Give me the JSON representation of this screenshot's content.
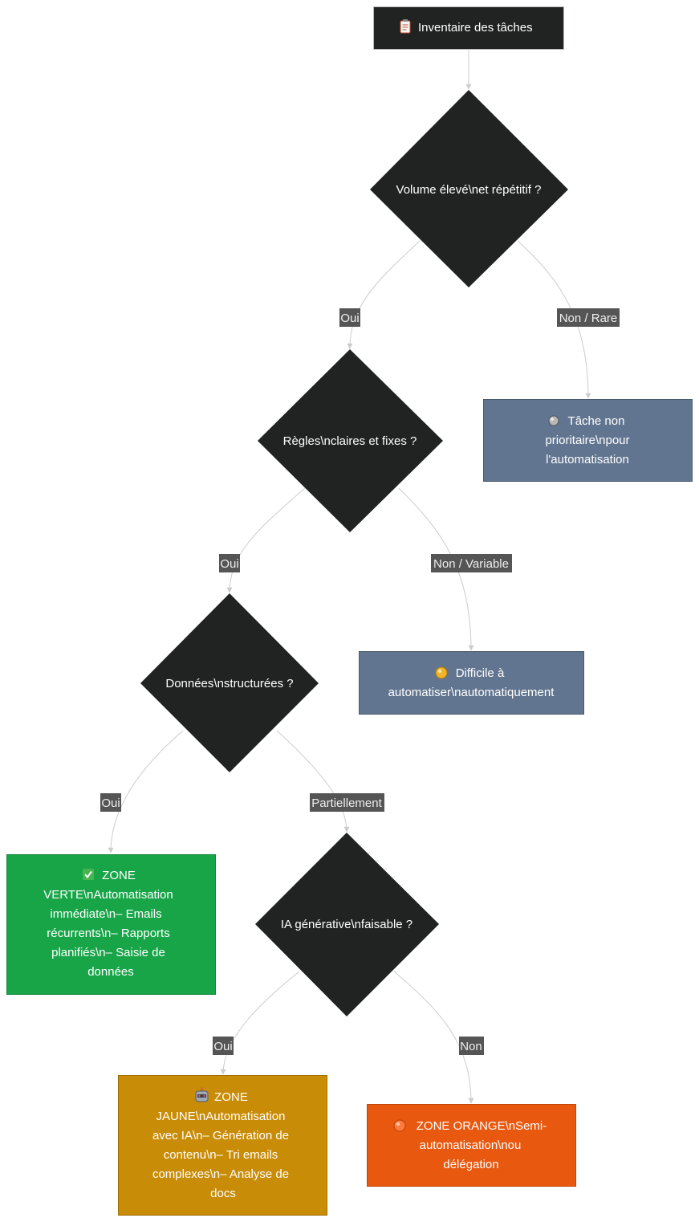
{
  "nodes": {
    "start": {
      "icon": "clipboard-icon",
      "lines": [
        "Inventaire des tâches"
      ]
    },
    "q_volume": {
      "lines": [
        "Volume élevé\\net répétitif ?"
      ]
    },
    "q_regles": {
      "lines": [
        "Règles\\nclaires et fixes ?"
      ]
    },
    "q_donnees": {
      "lines": [
        "Données\\nstructurées ?"
      ]
    },
    "q_ia": {
      "lines": [
        "IA générative\\nfaisable ?"
      ]
    },
    "non_prioritaire": {
      "icon": "grey-circle-icon",
      "lines": [
        "Tâche non",
        "prioritaire\\npour",
        "l'automatisation"
      ]
    },
    "difficile": {
      "icon": "yellow-circle-icon",
      "lines": [
        "Difficile à",
        "automatiser\\nautomatiquement"
      ]
    },
    "zone_verte": {
      "icon": "check-mark-icon",
      "lines": [
        "ZONE",
        "VERTE\\nAutomatisation",
        "immédiate\\n– Emails",
        "récurrents\\n– Rapports",
        "planifiés\\n– Saisie de",
        "données"
      ]
    },
    "zone_jaune": {
      "icon": "robot-icon",
      "lines": [
        "ZONE",
        "JAUNE\\nAutomatisation",
        "avec IA\\n– Génération de",
        "contenu\\n– Tri emails",
        "complexes\\n– Analyse de",
        "docs"
      ]
    },
    "zone_orange": {
      "icon": "orange-circle-icon",
      "lines": [
        "ZONE ORANGE\\nSemi-",
        "automatisation\\nou",
        "délégation"
      ]
    }
  },
  "edge_labels": {
    "volume_oui": "Oui",
    "volume_non": "Non / Rare",
    "regles_oui": "Oui",
    "regles_non": "Non / Variable",
    "donnees_oui": "Oui",
    "donnees_partiel": "Partiellement",
    "ia_oui": "Oui",
    "ia_non": "Non"
  },
  "colors": {
    "decision": "#212222",
    "start": "#212222",
    "grey_box": "#627590",
    "green": "#17a548",
    "yellow": "#c98c06",
    "orange": "#e8580f",
    "edge": "#cccccc",
    "label_bg": "#555555"
  }
}
